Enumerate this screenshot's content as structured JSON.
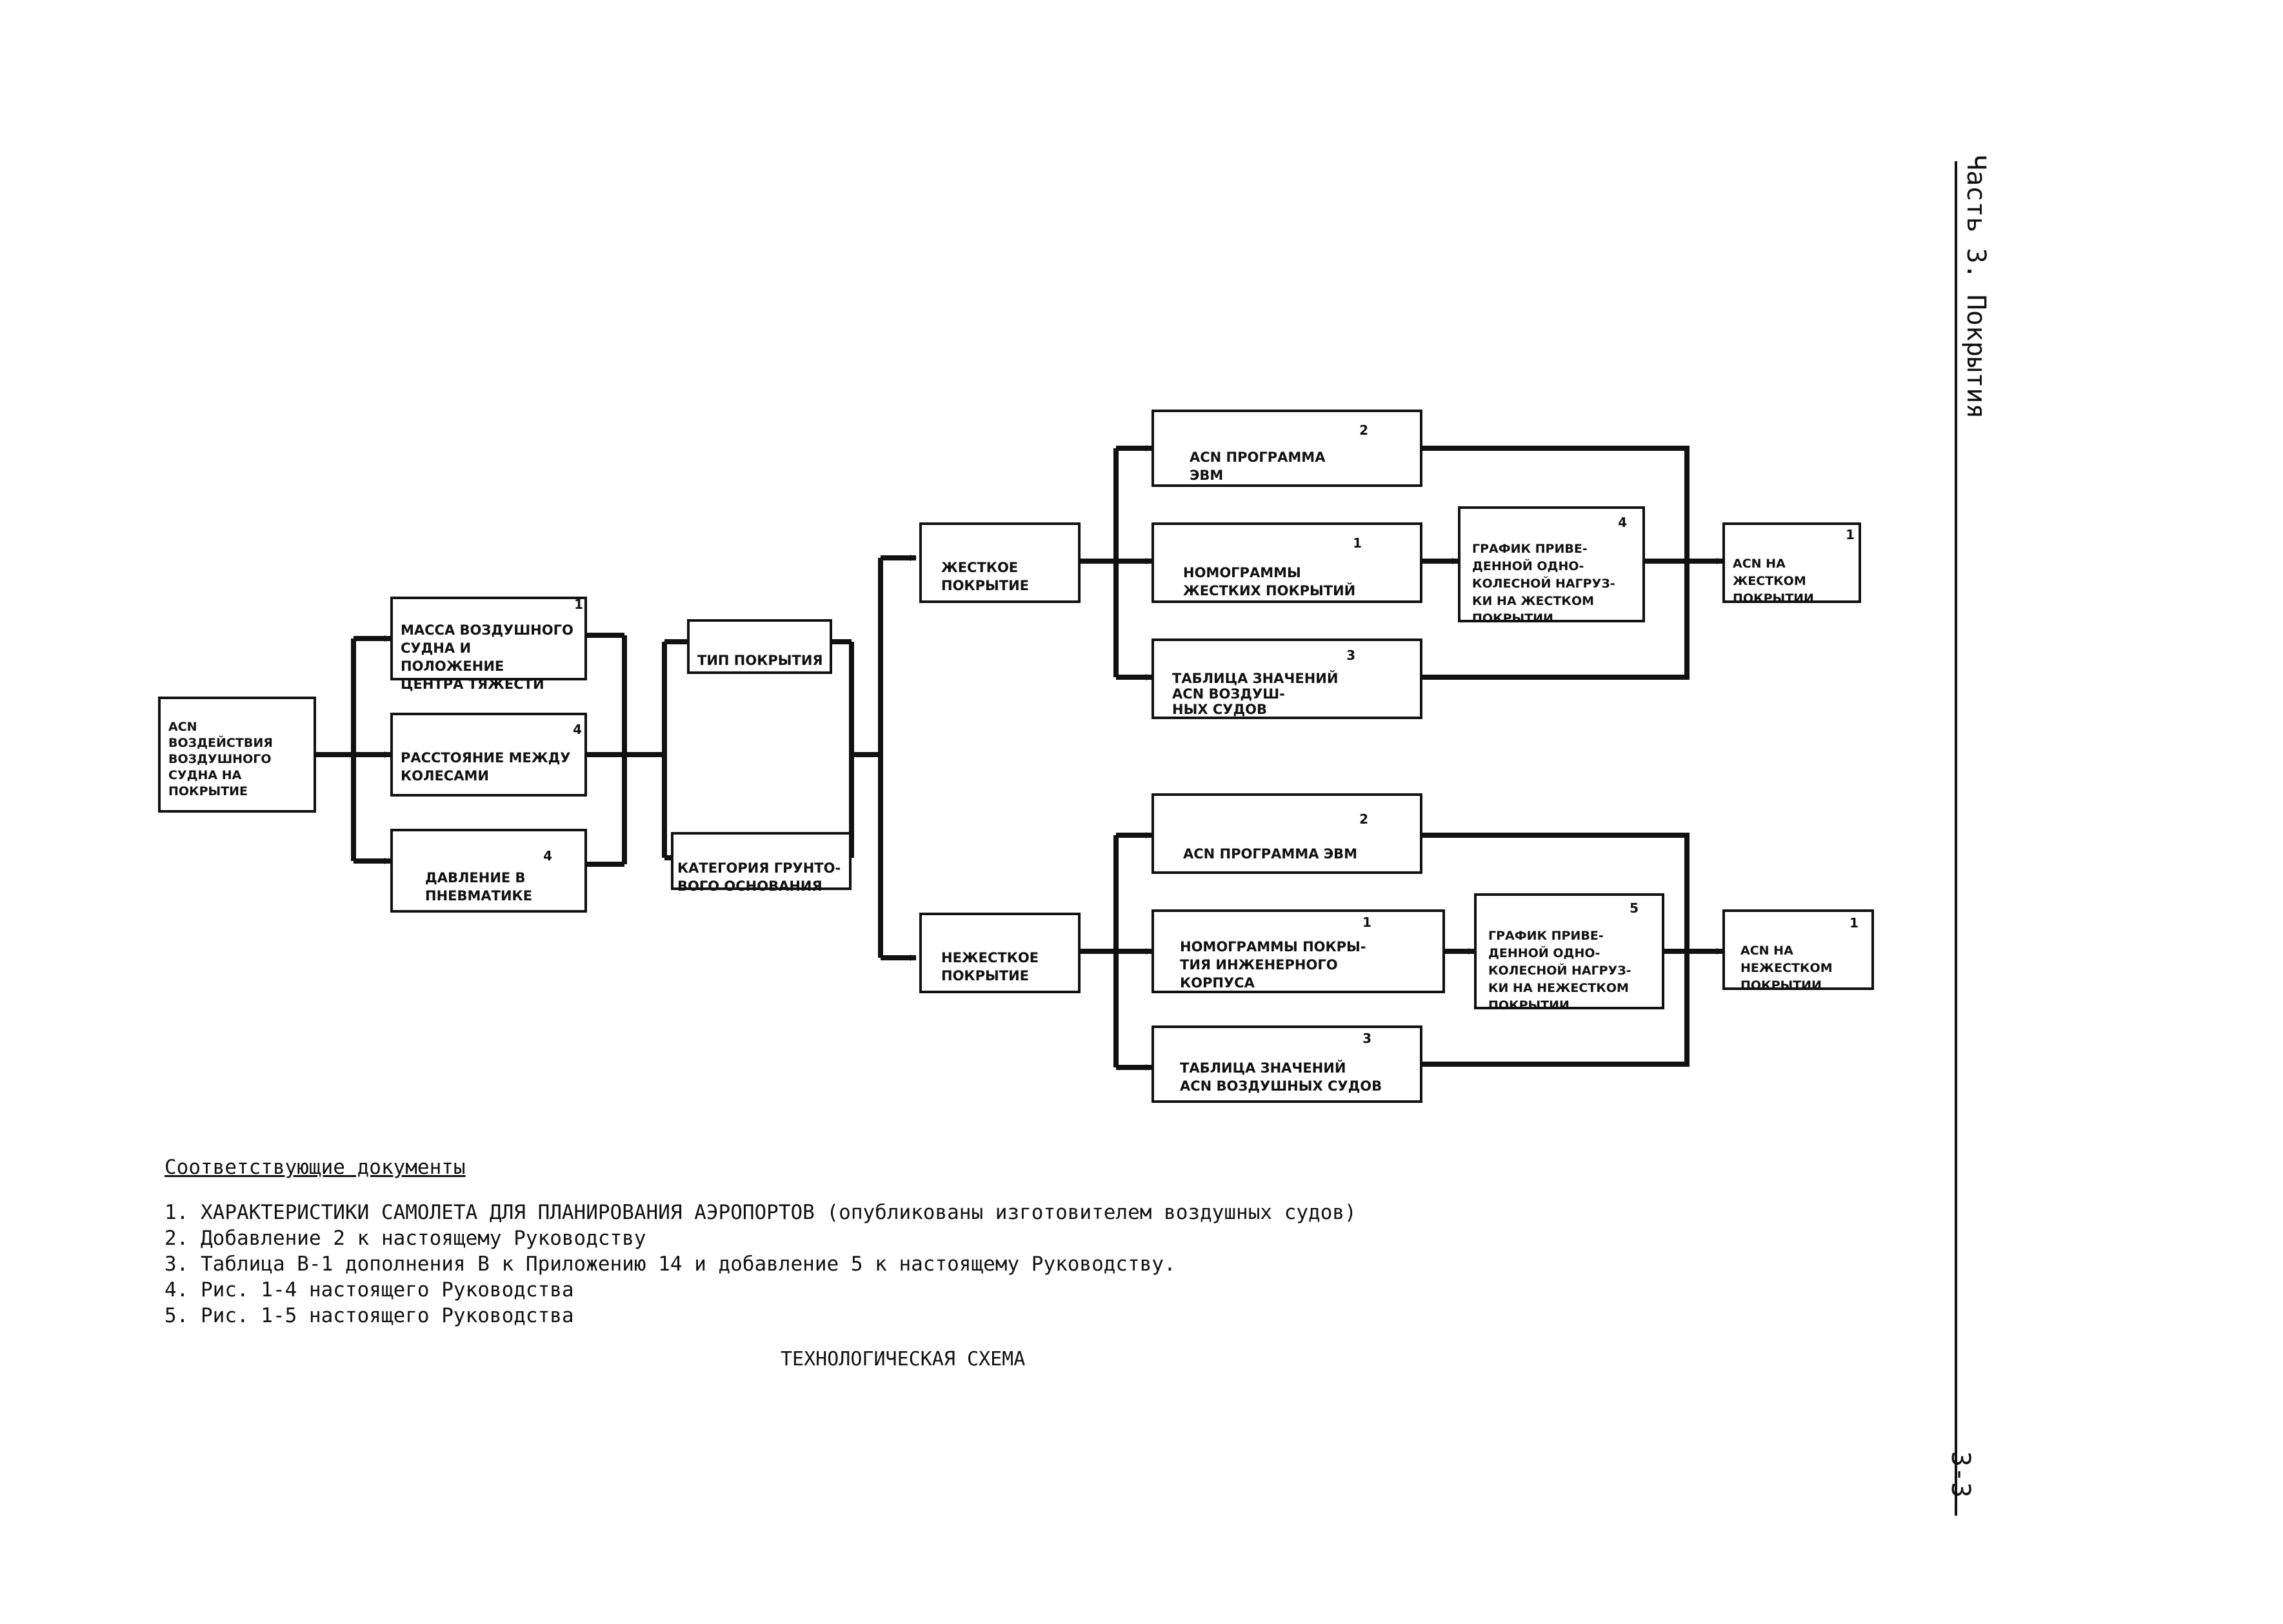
{
  "section_title": "Часть 3. Покрытия",
  "page_number": "3-3",
  "boxes": {
    "acn_input": {
      "text": "ACN\nВОЗДЕЙСТВИЯ\nВОЗДУШНОГО\nСУДНА НА\nПОКРЫТИЕ",
      "note": ""
    },
    "mass": {
      "text": "МАССА ВОЗДУШНОГО\nСУДНА И ПОЛОЖЕНИЕ\nЦЕНТРА ТЯЖЕСТИ",
      "note": "1"
    },
    "wheel_distance": {
      "text": "РАССТОЯНИЕ МЕЖДУ\nКОЛЕСАМИ",
      "note": "4"
    },
    "tire_pressure": {
      "text": "ДАВЛЕНИЕ В\nПНЕВМАТИКЕ",
      "note": "4"
    },
    "pavement_type": {
      "text": "ТИП ПОКРЫТИЯ",
      "note": ""
    },
    "subgrade": {
      "text": "КАТЕГОРИЯ ГРУНТО-\nВОГО ОСНОВАНИЯ",
      "note": ""
    },
    "rigid": {
      "text": "ЖЕСТКОЕ\nПОКРЫТИЕ",
      "note": ""
    },
    "flexible": {
      "text": "НЕЖЕСТКОЕ\nПОКРЫТИЕ",
      "note": ""
    },
    "rigid_program": {
      "text": "ACN ПРОГРАММА\nЭВМ",
      "note": "2"
    },
    "rigid_nomograms": {
      "text": "НОМОГРАММЫ\nЖЕСТКИХ ПОКРЫТИЙ",
      "note": "1"
    },
    "rigid_table": {
      "text": "ТАБЛИЦА ЗНАЧЕНИЙ\nACN ВОЗДУШ-\nНЫХ СУДОВ",
      "note": "3"
    },
    "rigid_graph": {
      "text": "ГРАФИК ПРИВЕ-\nДЕННОЙ ОДНО-\nКОЛЕСНОЙ НАГРУЗ-\nКИ НА ЖЕСТКОМ\nПОКРЫТИИ",
      "note": "4"
    },
    "rigid_out": {
      "text": "ACN НА\nЖЕСТКОМ\nПОКРЫТИИ",
      "note": "1"
    },
    "flex_program": {
      "text": "ACN ПРОГРАММА ЭВМ",
      "note": "2"
    },
    "flex_nomograms": {
      "text": "НОМОГРАММЫ ПОКРЫ-\nТИЯ ИНЖЕНЕРНОГО\nКОРПУСА",
      "note": "1"
    },
    "flex_table": {
      "text": "ТАБЛИЦА ЗНАЧЕНИЙ\nACN ВОЗДУШНЫХ СУДОВ",
      "note": "3"
    },
    "flex_graph": {
      "text": "ГРАФИК ПРИВЕ-\nДЕННОЙ ОДНО-\nКОЛЕСНОЙ НАГРУЗ-\nКИ НА НЕЖЕСТКОМ\nПОКРЫТИИ",
      "note": "5"
    },
    "flex_out": {
      "text": "ACN НА\nНЕЖЕСТКОМ\nПОКРЫТИИ",
      "note": "1"
    }
  },
  "documents": {
    "heading": "Соответствующие документы",
    "items": [
      "1. ХАРАКТЕРИСТИКИ САМОЛЕТА ДЛЯ ПЛАНИРОВАНИЯ АЭРОПОРТОВ (опубликованы изготовителем воздушных судов)",
      "2. Добавление 2 к настоящему Руководству",
      "3. Таблица В-1 дополнения В к Приложению 14 и добавление 5 к настоящему Руководству.",
      "4. Рис. 1-4 настоящего Руководства",
      "5. Рис. 1-5 настоящего Руководства"
    ]
  },
  "caption": "ТЕХНОЛОГИЧЕСКАЯ СХЕМА"
}
